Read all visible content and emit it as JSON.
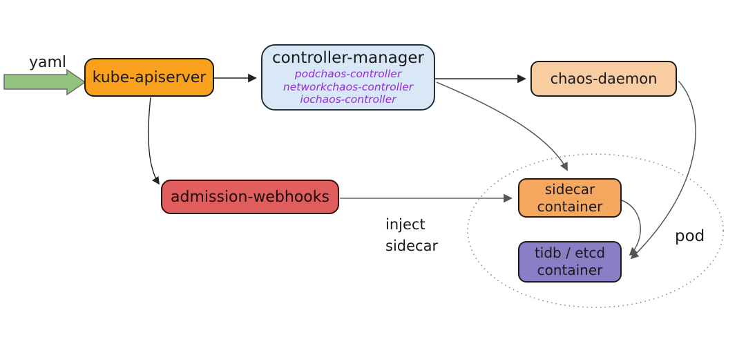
{
  "diagram": {
    "type": "architecture-flow",
    "input_label": "yaml",
    "nodes": {
      "kube_apiserver": {
        "label": "kube-apiserver",
        "fill": "#F9A11C"
      },
      "controller_manager": {
        "label": "controller-manager",
        "fill": "#D8E8F6",
        "controllers": [
          "podchaos-controller",
          "networkchaos-controller",
          "iochaos-controller"
        ],
        "controllers_color": "#9629E0"
      },
      "chaos_daemon": {
        "label": "chaos-daemon",
        "fill": "#F8CDA2"
      },
      "admission_webhooks": {
        "label": "admission-webhooks",
        "fill": "#E05F5E"
      },
      "sidecar_container": {
        "label_lines": [
          "sidecar",
          "container"
        ],
        "fill": "#F3A75F"
      },
      "tidb_etcd_container": {
        "label_lines": [
          "tidb / etcd",
          "container"
        ],
        "fill": "#8B7DC6"
      }
    },
    "group": {
      "label": "pod",
      "style": "dotted-ellipse"
    },
    "edge_labels": {
      "inject_lines": [
        "inject",
        "sidecar"
      ]
    },
    "edges": [
      {
        "from": "yaml-input",
        "to": "kube-apiserver",
        "label": "yaml",
        "style": "green-block-arrow"
      },
      {
        "from": "kube-apiserver",
        "to": "controller-manager"
      },
      {
        "from": "kube-apiserver",
        "to": "admission-webhooks"
      },
      {
        "from": "controller-manager",
        "to": "chaos-daemon"
      },
      {
        "from": "controller-manager",
        "to": "sidecar-container"
      },
      {
        "from": "chaos-daemon",
        "to": "tidb-etcd-container"
      },
      {
        "from": "admission-webhooks",
        "to": "sidecar-container",
        "label": "inject sidecar"
      },
      {
        "from": "sidecar-container",
        "to": "tidb-etcd-container"
      }
    ],
    "colors": {
      "arrow_dark": "#222222",
      "arrow_gray": "#555555",
      "ellipse_dotted": "#888888",
      "yaml_arrow_fill": "#93C47D",
      "yaml_arrow_stroke": "#6B6B6B"
    }
  }
}
